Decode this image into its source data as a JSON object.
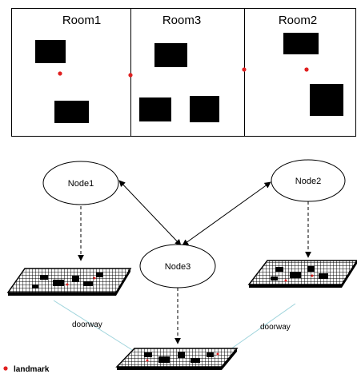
{
  "floor_plan": {
    "rooms": [
      {
        "label": "Room1"
      },
      {
        "label": "Room3"
      },
      {
        "label": "Room2"
      }
    ]
  },
  "graph": {
    "nodes": [
      {
        "label": "Node1"
      },
      {
        "label": "Node2"
      },
      {
        "label": "Node3"
      }
    ],
    "edges": [
      {
        "from": "Node1",
        "to": "Node3",
        "style": "solid",
        "arrows": "both"
      },
      {
        "from": "Node2",
        "to": "Node3",
        "style": "solid",
        "arrows": "both"
      }
    ],
    "links": [
      {
        "from": "Node1",
        "to": "map-1",
        "style": "dashed"
      },
      {
        "from": "Node3",
        "to": "map-3",
        "style": "dashed"
      },
      {
        "from": "Node2",
        "to": "map-2",
        "style": "dashed"
      }
    ],
    "doorway_labels": [
      "doorway",
      "doorway"
    ]
  },
  "legend": {
    "landmark_label": "landmark",
    "landmark_color": "#e02020"
  },
  "colors": {
    "line": "#000000",
    "doorway_line": "#9fd4dc",
    "landmark": "#e02020",
    "obstacle": "#000000"
  }
}
